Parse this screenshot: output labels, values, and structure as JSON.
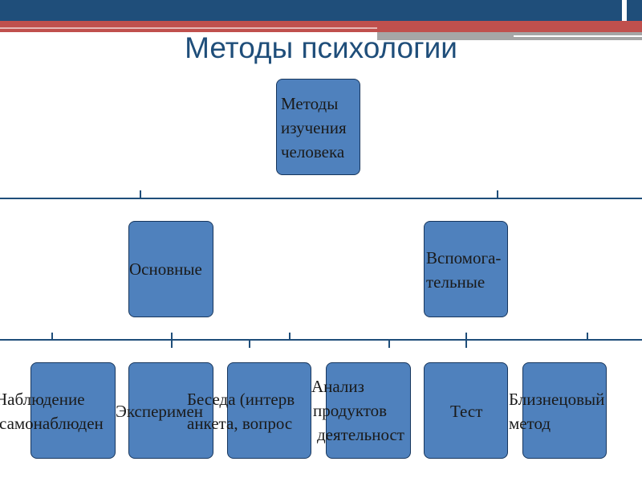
{
  "slide": {
    "title": "Методы психологии"
  },
  "diagram": {
    "root": {
      "lines": [
        "Методы",
        "изучения",
        "человека"
      ]
    },
    "level2": [
      {
        "lines": [
          "Основные"
        ]
      },
      {
        "lines": [
          "Вспомога-",
          "тельные"
        ]
      }
    ],
    "level3": [
      {
        "lines": [
          "Наблюдение",
          "самонаблюден"
        ]
      },
      {
        "lines": [
          "Эксперимен"
        ]
      },
      {
        "lines": [
          "Беседа (интерв",
          "анкета, вопрос"
        ]
      },
      {
        "lines": [
          "Анализ",
          "продуктов",
          "деятельност"
        ]
      },
      {
        "lines": [
          "Тест"
        ]
      },
      {
        "lines": [
          "Близнецовый",
          "метод"
        ]
      }
    ]
  },
  "colors": {
    "node_fill": "#4f81bd",
    "node_border": "#17365d",
    "title": "#1f4e7a",
    "header_bar": "#1f4e7a",
    "accent_bar": "#c0504d"
  }
}
